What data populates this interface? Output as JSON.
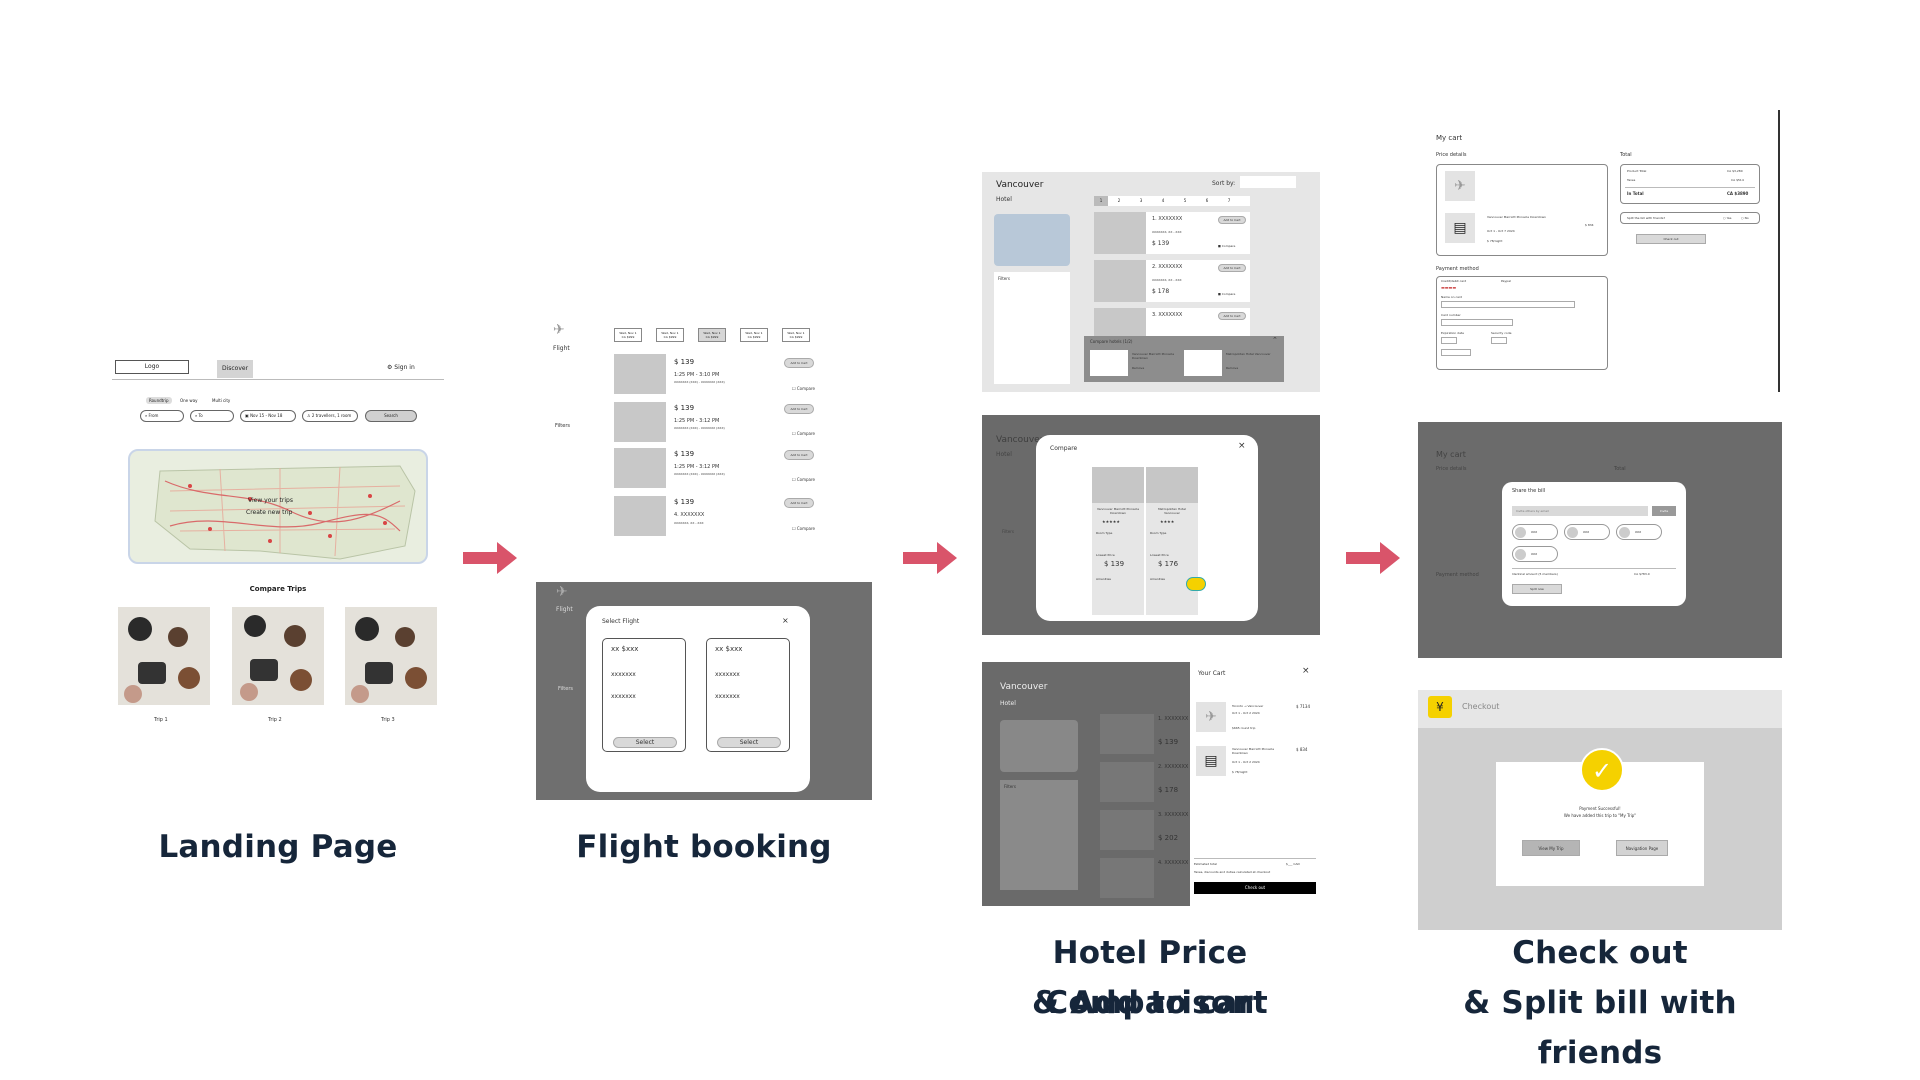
{
  "captions": {
    "landing": "Landing Page",
    "flight": "Flight booking",
    "hotel_1": "Hotel Price Comparison",
    "hotel_2": "& Add to cart",
    "checkout_1": "Check out",
    "checkout_2": "& Split bill with friends"
  },
  "colors": {
    "arrow": "#d9546a",
    "caption": "#16263a",
    "accent": "#f5d100"
  },
  "landing": {
    "logo": "Logo",
    "discover": "Discover",
    "sign_in": "Sign in",
    "trip_types": [
      "Roundtrip",
      "One way",
      "Multi city"
    ],
    "search_fields": [
      "From",
      "To",
      "Nov 15 - Nov 18",
      "2 travellers, 1 room"
    ],
    "search_button": "Search",
    "map_links": [
      "View your trips",
      "Create new trip"
    ],
    "compare_title": "Compare Trips",
    "trips": [
      "Trip 1",
      "Trip 2",
      "Trip 3"
    ]
  },
  "flight": {
    "nav": "Flight",
    "filters": "Filters",
    "date_tabs": [
      {
        "d": "Wed, Nov 1",
        "p": "CA $999"
      },
      {
        "d": "Wed, Nov 1",
        "p": "CA $999"
      },
      {
        "d": "Wed, Nov 1",
        "p": "CA $999"
      },
      {
        "d": "Wed, Nov 1",
        "p": "CA $999"
      },
      {
        "d": "Wed, Nov 1",
        "p": "CA $999"
      }
    ],
    "results": [
      {
        "price": "$ 139",
        "time": "1:25 PM - 3:10 PM",
        "route": "XXXXXXX (XXX) - XXXXXXX (XXX)"
      },
      {
        "price": "$ 139",
        "time": "1:25 PM - 3:12 PM",
        "route": "XXXXXXX (XXX) - XXXXXXX (XXX)"
      },
      {
        "price": "$ 139",
        "time": "1:25 PM - 3:12 PM",
        "route": "XXXXXXX (XXX) - XXXXXXX (XXX)"
      },
      {
        "price": "$ 139",
        "time": "4. XXXXXXX",
        "route": "XXXXXXX, XX - XXX"
      }
    ],
    "add_to_cart": "Add to Cart",
    "compare": "Compare",
    "modal_title": "Select Flight",
    "modal_close": "×",
    "options": [
      {
        "price": "xx $xxx",
        "l1": "xxxxxxx",
        "l2": "xxxxxxx",
        "btn": "Select"
      },
      {
        "price": "xx $xxx",
        "l1": "xxxxxxx",
        "l2": "xxxxxxx",
        "btn": "Select"
      }
    ]
  },
  "hotel": {
    "city": "Vancouver",
    "tab": "Hotel",
    "sort_by": "Sort by:",
    "pages": [
      "1",
      "2",
      "3",
      "4",
      "5",
      "6",
      "7"
    ],
    "filters": "Filters",
    "results": [
      {
        "name": "1. XXXXXXX",
        "addr": "XXXXXXX, XX - XXX",
        "price": "$ 139"
      },
      {
        "name": "2. XXXXXXX",
        "addr": "XXXXXXX, XX - XXX",
        "price": "$ 178"
      },
      {
        "name": "3. XXXXXXX",
        "addr": "",
        "price": ""
      }
    ],
    "add_to_cart": "Add to Cart",
    "compare": "Compare",
    "compare_bar": "Compare hotels (1/2)",
    "compare_items": [
      "Vancouver Marriott Pinnacle Downtown",
      "Metropolitan Hotel Vancouver"
    ],
    "remove": "Remove",
    "compare_modal": {
      "title": "Compare",
      "close": "×",
      "hotels": [
        {
          "name": "Vancouver Marriott Pinnacle Downtown",
          "room": "Room Type",
          "price": "$ 139",
          "label": "Amenities"
        },
        {
          "name": "Metropolitan Hotel Vancouver",
          "room": "Room Type",
          "price": "$ 176",
          "label": "Amenities"
        }
      ],
      "price_label": "Lowest Price"
    },
    "behind_prices": [
      "$ 139",
      "$ 178",
      "$ 202"
    ],
    "behind_names": [
      "1. XXXXXXX",
      "2. XXXXXXX",
      "3. XXXXXXX",
      "4. XXXXXXX"
    ],
    "cart": {
      "title": "Your Cart",
      "close": "×",
      "items": [
        {
          "name": "Toronto → Vancouver",
          "date": "Oct 1 - Oct 2 2024",
          "extra": "$665 round trip",
          "price": "$ 7134"
        },
        {
          "name": "Vancouver Marriott Pinnacle Downtown",
          "date": "Oct 1 - Oct 2 2024",
          "extra": "$ 78/night",
          "price": "$ 834"
        }
      ],
      "est_label": "Estimated total",
      "est_value": "$___ CAD",
      "note": "Taxes, discounts and duties calculated at checkout",
      "button": "Check out"
    }
  },
  "checkout": {
    "title": "My cart",
    "price_details": "Price details",
    "total_label": "Total",
    "hotel_name": "Vancouver Marriott Pinnacle Downtown",
    "hotel_date": "Oct 1 - Oct 7 2024",
    "hotel_rate": "$ 78/night",
    "hotel_price": "$ 834",
    "totals": [
      {
        "label": "Product Total",
        "value": "CA $3,280"
      },
      {
        "label": "Taxes",
        "value": "CA $514"
      },
      {
        "label": "In Total",
        "value": "CA $3890"
      }
    ],
    "split_question": "Split the bill with friends?",
    "yes": "Yes",
    "no": "No",
    "checkout_button": "Check out",
    "payment_method": "Payment method",
    "card_label": "Credit/debit card",
    "paypal": "Paypal",
    "fields": [
      "Name on card",
      "Card number",
      "Expiration date",
      "Security code"
    ],
    "share": {
      "title": "Share the bill",
      "invite_placeholder": "Invite others by email",
      "invite_btn": "Invite",
      "people": [
        "XXX",
        "XXX",
        "XXX",
        "XXX"
      ],
      "amount_label": "Identical amount (5 members)",
      "amount_value": "CA $783.0",
      "button": "Split now"
    },
    "success": {
      "header": "Checkout",
      "line1": "Payment Successful!",
      "line2": "We have added this trip to \"My Trip\"",
      "btn1": "View My Trip",
      "btn2": "Navigation Page"
    }
  }
}
